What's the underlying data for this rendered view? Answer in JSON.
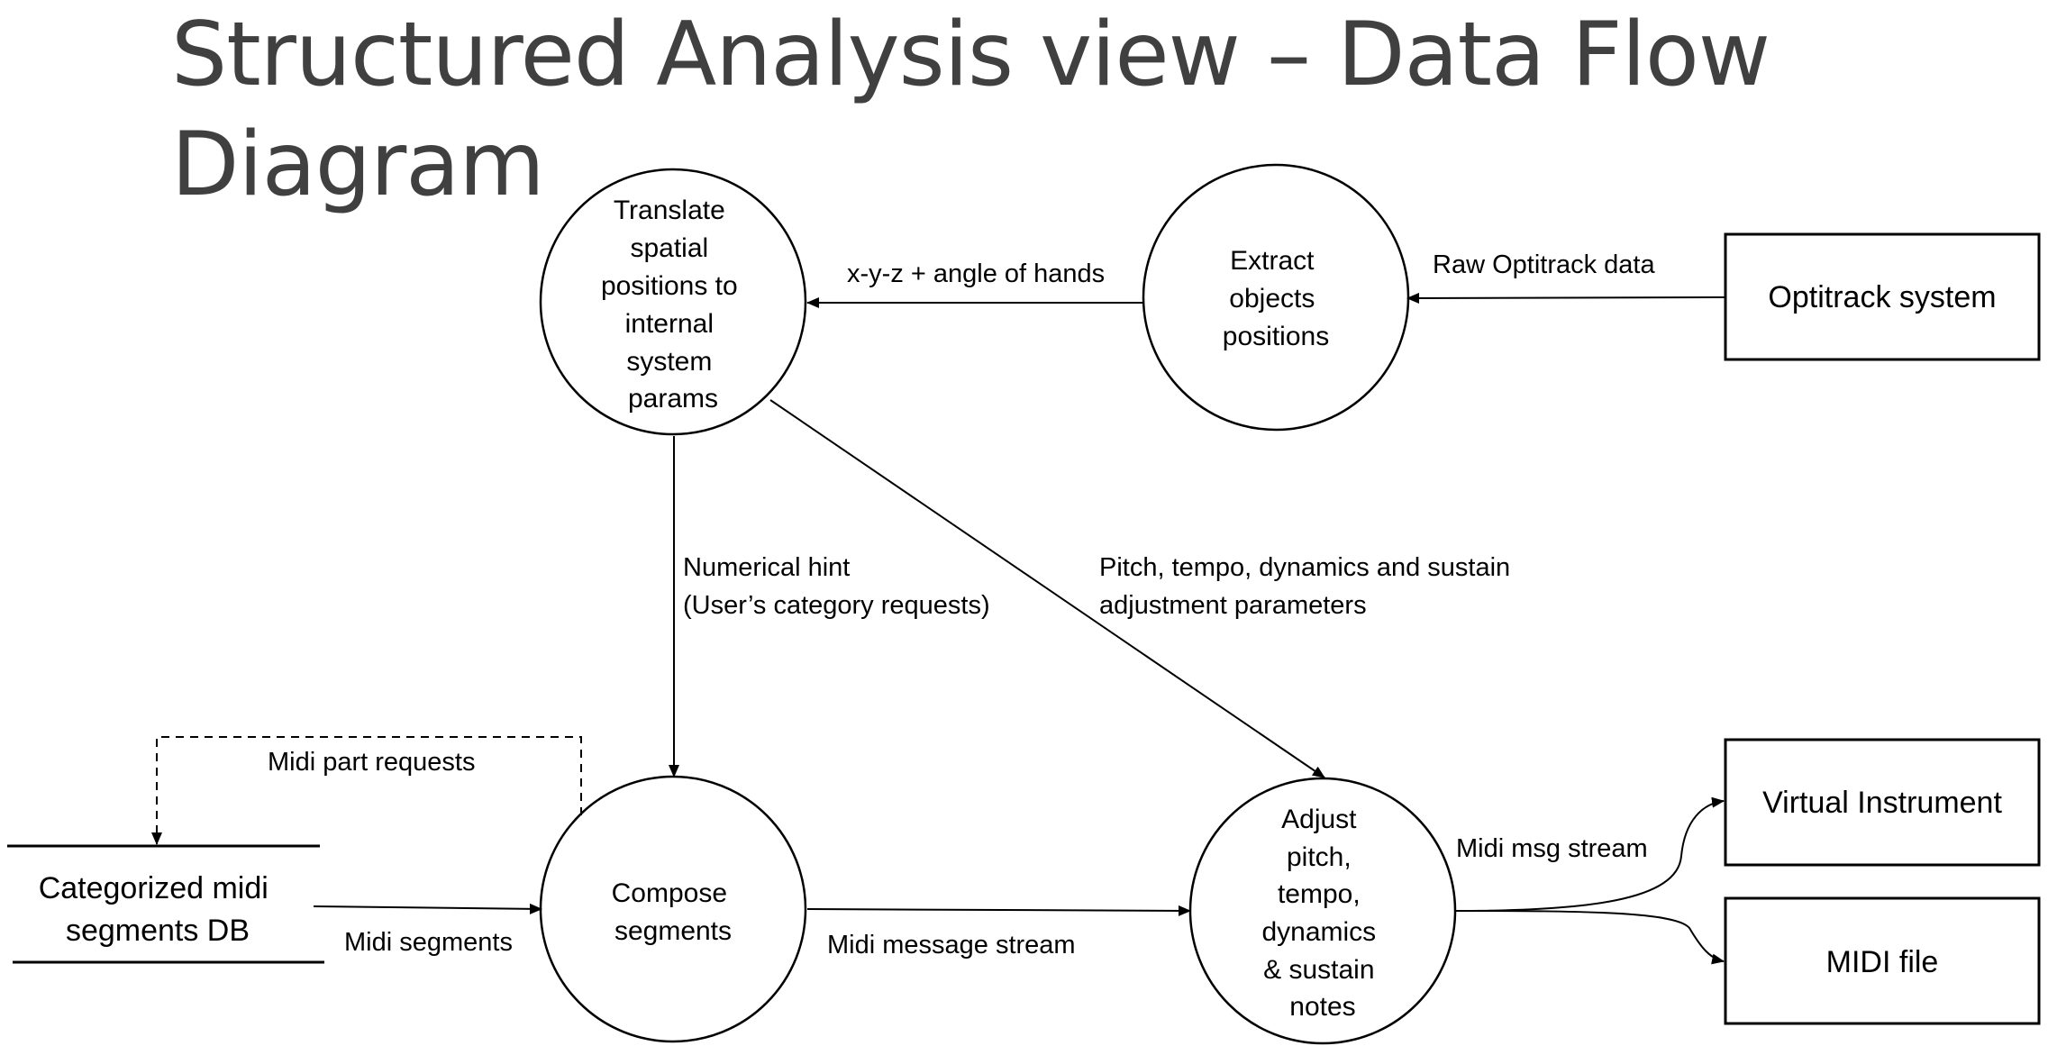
{
  "title": "Structured Analysis view – Data Flow Diagram",
  "colors": {
    "stroke": "#000000",
    "title": "#404040",
    "background": "#ffffff"
  },
  "processes": {
    "translate": [
      "Translate",
      "spatial",
      "positions to",
      "internal",
      "system",
      "params"
    ],
    "extract": [
      "Extract",
      "objects",
      "positions"
    ],
    "compose": [
      "Compose",
      "segments"
    ],
    "adjust": [
      "Adjust",
      "pitch,",
      "tempo,",
      "dynamics",
      "& sustain",
      "notes"
    ]
  },
  "entities": {
    "optitrack": "Optitrack system",
    "virtual_instrument": "Virtual Instrument",
    "midi_file": "MIDI file"
  },
  "datastore": [
    "Categorized midi",
    "segments DB"
  ],
  "flows": {
    "raw_data": "Raw Optitrack data",
    "xyz": "x-y-z + angle of hands",
    "numerical_hint": [
      "Numerical hint",
      "(User’s category requests)"
    ],
    "pitch_params": [
      "Pitch, tempo, dynamics and sustain",
      "adjustment parameters"
    ],
    "midi_part_requests": "Midi part requests",
    "midi_segments": "Midi segments",
    "midi_message_stream": "Midi message stream",
    "midi_msg_stream": "Midi msg stream"
  }
}
